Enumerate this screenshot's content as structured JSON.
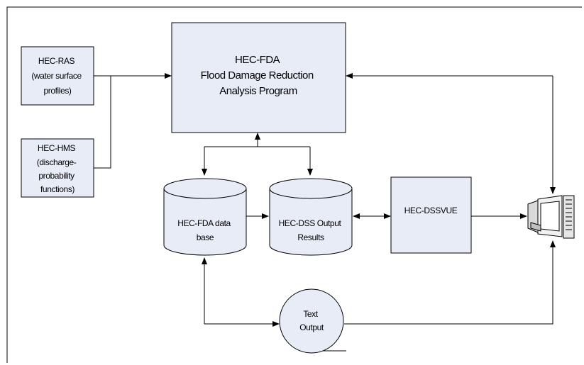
{
  "colors": {
    "box_fill": "#e8ecf7",
    "stroke": "#000000",
    "background": "#ffffff"
  },
  "nodes": {
    "hec_ras": {
      "lines": [
        "HEC-RAS",
        "(water surface",
        "profiles)"
      ]
    },
    "hec_hms": {
      "lines": [
        "HEC-HMS",
        "(discharge-",
        "probability",
        "functions)"
      ]
    },
    "hec_fda": {
      "lines": [
        "HEC-FDA",
        "Flood Damage Reduction",
        "Analysis Program"
      ]
    },
    "fda_database": {
      "lines": [
        "HEC-FDA data",
        "base"
      ]
    },
    "dss_output": {
      "lines": [
        "HEC-DSS Output",
        "Results"
      ]
    },
    "dssvue": {
      "lines": [
        "HEC-DSSVUE"
      ]
    },
    "text_output": {
      "lines": [
        "Text",
        "Output"
      ]
    },
    "computer": {
      "icon": "computer-workstation-icon"
    }
  }
}
